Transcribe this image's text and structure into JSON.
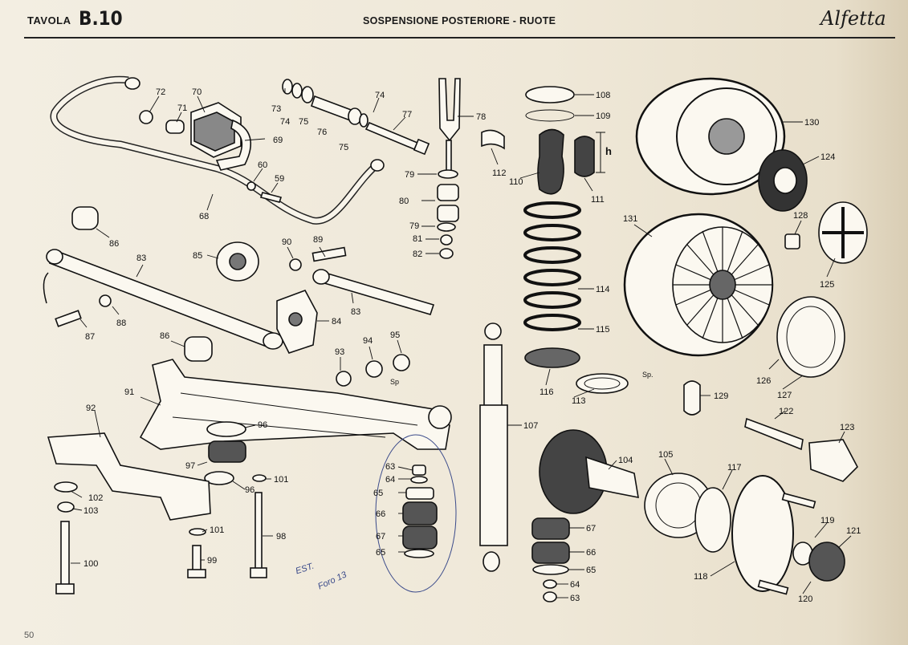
{
  "header": {
    "tavola_label": "TAVOLA",
    "tavola_number": "B.10",
    "title": "SOSPENSIONE POSTERIORE - RUOTE",
    "brand": "Alfetta"
  },
  "page_number": "50",
  "handwritten_note": [
    "EST.",
    "Foro 13"
  ],
  "labels": {
    "l72": "72",
    "l70": "70",
    "l71": "71",
    "l69": "69",
    "l60": "60",
    "l59": "59",
    "l68": "68",
    "l73": "73",
    "l74a": "74",
    "l75a": "75",
    "l76": "76",
    "l75b": "75",
    "l74b": "74",
    "l77": "77",
    "l78": "78",
    "l79a": "79",
    "l80": "80",
    "l79b": "79",
    "l81": "81",
    "l82": "82",
    "l108": "108",
    "l109": "109",
    "l112": "112",
    "l110": "110",
    "l111": "111",
    "lh": "h",
    "l114": "114",
    "l115": "115",
    "l116": "116",
    "l113": "113",
    "lsp2": "Sp.",
    "l130": "130",
    "l124": "124",
    "l131": "131",
    "l128": "128",
    "l125": "125",
    "l126": "126",
    "l127": "127",
    "l129": "129",
    "l86a": "86",
    "l83a": "83",
    "l85": "85",
    "l90": "90",
    "l89": "89",
    "l83b": "83",
    "l84": "84",
    "l87": "87",
    "l88": "88",
    "l86b": "86",
    "l93": "93",
    "l94": "94",
    "l95": "95",
    "lsp1": "Sp",
    "l91": "91",
    "l92": "92",
    "l96a": "96",
    "l97": "97",
    "l96b": "96",
    "l101a": "101",
    "l102": "102",
    "l103": "103",
    "l101b": "101",
    "l98": "98",
    "l99": "99",
    "l100": "100",
    "l63a": "63",
    "l64a": "64",
    "l65a": "65",
    "l66a": "66",
    "l67a": "67",
    "l65b": "65",
    "l107": "107",
    "l104": "104",
    "l67b": "67",
    "l66b": "66",
    "l65c": "65",
    "l64b": "64",
    "l63b": "63",
    "l105": "105",
    "l117": "117",
    "l118": "118",
    "l122": "122",
    "l123": "123",
    "l119": "119",
    "l121": "121",
    "l120": "120"
  }
}
